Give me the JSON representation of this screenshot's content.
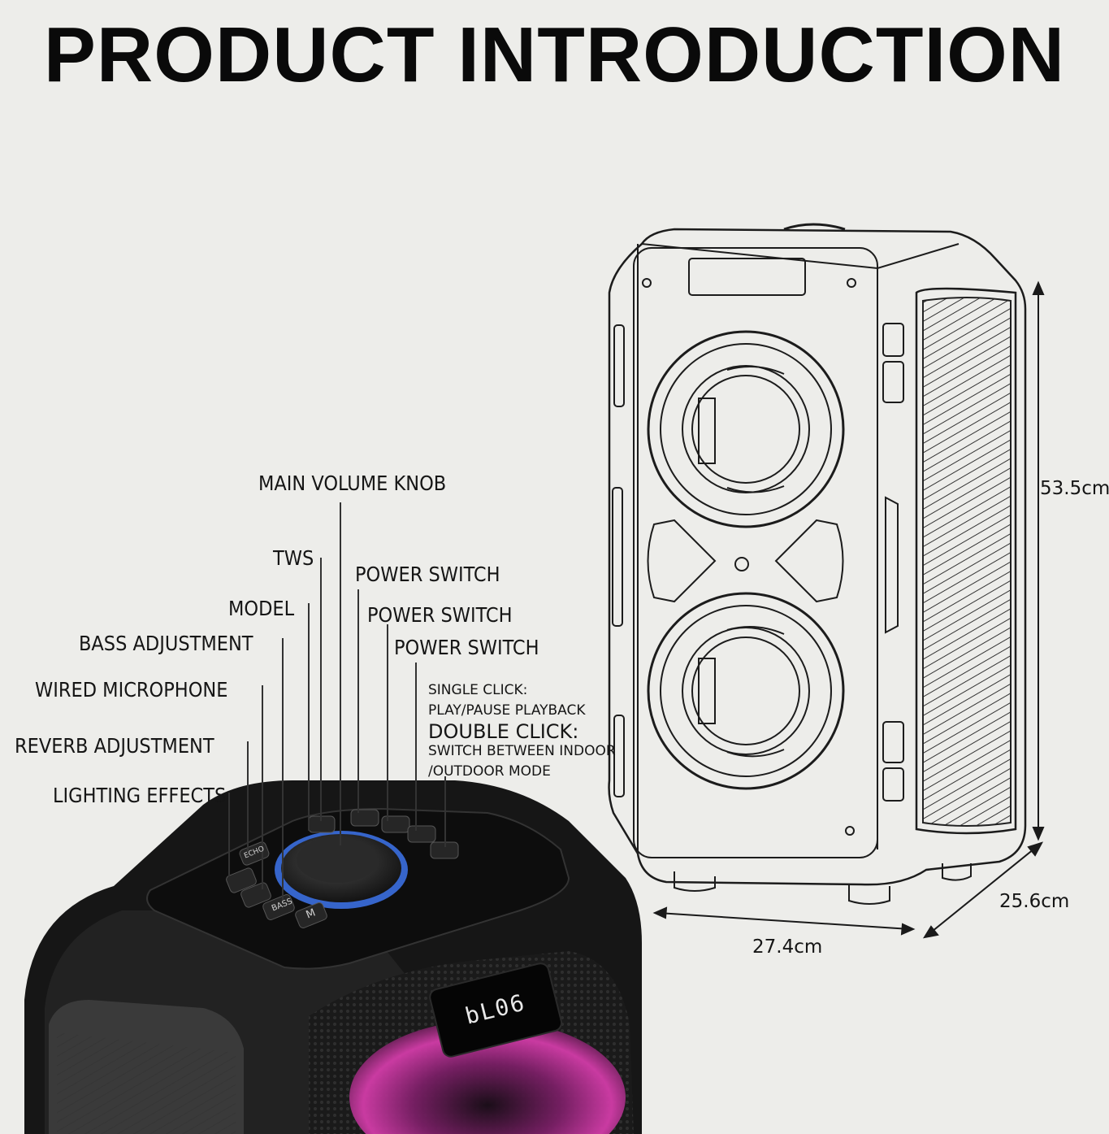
{
  "title": "PRODUCT INTRODUCTION",
  "callouts": {
    "main_volume_knob": "MAIN VOLUME KNOB",
    "tws": "TWS",
    "model": "MODEL",
    "bass_adjustment": "BASS ADJUSTMENT",
    "wired_microphone": "WIRED MICROPHONE",
    "reverb_adjustment": "REVERB ADJUSTMENT",
    "lighting_effects": "LIGHTING EFFECTS",
    "power_switch_1": "POWER SWITCH",
    "power_switch_2": "POWER SWITCH",
    "power_switch_3": "POWER SWITCH"
  },
  "play_note": {
    "single_click": "SINGLE CLICK:",
    "single_action": "PLAY/PAUSE PLAYBACK",
    "double_click": "DOUBLE CLICK:",
    "double_action_1": "SWITCH BETWEEN INDOOR",
    "double_action_2": "/OUTDOOR MODE"
  },
  "dimensions": {
    "height": "53.5cm",
    "depth": "25.6cm",
    "width": "27.4cm"
  },
  "display_readout": "bL06",
  "panel_button_labels": {
    "echo": "ECHO",
    "bass": "BASS",
    "model": "M"
  },
  "colors": {
    "background": "#ededea",
    "knob_ring": "#3b6fe0",
    "grille_glow": "#c2359c"
  }
}
